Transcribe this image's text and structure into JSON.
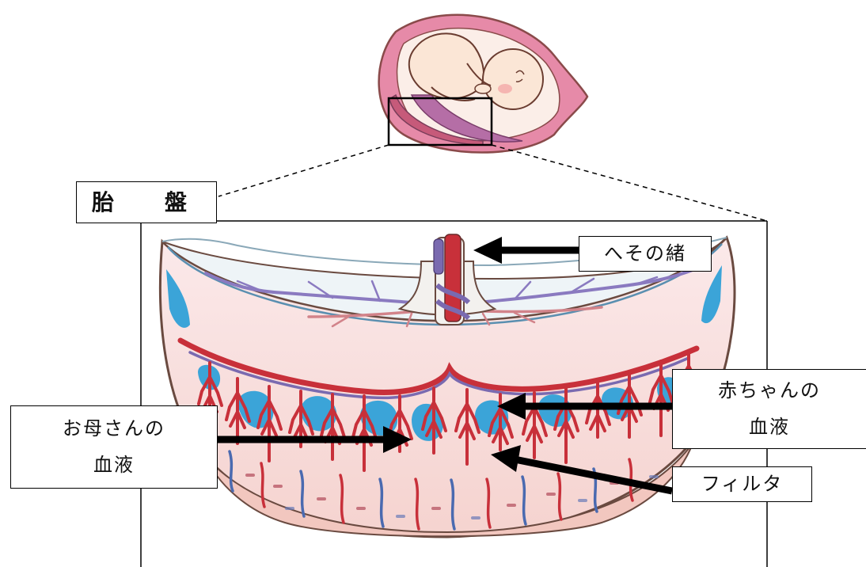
{
  "labels": {
    "placenta_title": "胎　盤",
    "umbilical_cord": "へその緒",
    "baby_blood_line1": "赤ちゃんの",
    "baby_blood_line2": "血液",
    "mother_blood_line1": "お母さんの",
    "mother_blood_line2": "血液",
    "filter": "フィルタ"
  },
  "colors": {
    "maternal_blood": "#3ba4d8",
    "fetal_artery": "#c8303a",
    "fetal_vein": "#7a6ab0",
    "placenta_tissue": "#f7dcdc",
    "uterus_pink": "#e68aa8",
    "amniotic_purple": "#b56ea6",
    "skin": "#fbe6d6"
  },
  "icons": [
    "fetus-in-womb-illustration",
    "placenta-cross-section-illustration"
  ]
}
